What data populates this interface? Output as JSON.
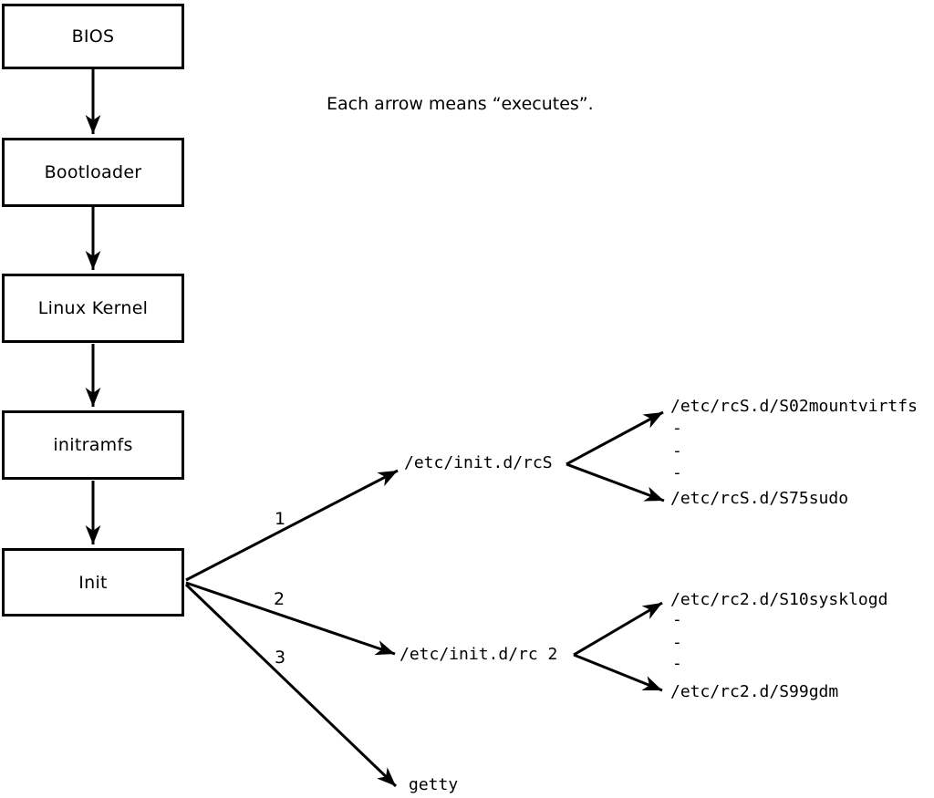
{
  "caption": "Each arrow means “executes”.",
  "boot_chain": {
    "bios": "BIOS",
    "bootloader": "Bootloader",
    "kernel": "Linux Kernel",
    "initramfs": "initramfs",
    "init": "Init"
  },
  "fanout": {
    "labels": {
      "one": "1",
      "two": "2",
      "three": "3"
    },
    "targets": {
      "rcs": "/etc/init.d/rcS",
      "rc2": "/etc/init.d/rc 2",
      "getty": "getty"
    }
  },
  "rcs_scripts": {
    "first": "/etc/rcS.d/S02mountvirtfs",
    "dashes": [
      "-",
      "-",
      "-"
    ],
    "last": "/etc/rcS.d/S75sudo"
  },
  "rc2_scripts": {
    "first": "/etc/rc2.d/S10sysklogd",
    "dashes": [
      "-",
      "-",
      "-"
    ],
    "last": "/etc/rc2.d/S99gdm"
  },
  "colors": {
    "ink": "#000000",
    "background": "#ffffff"
  }
}
